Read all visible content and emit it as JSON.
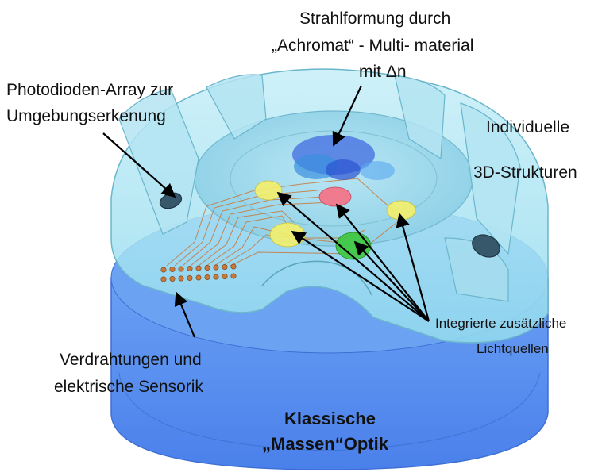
{
  "labels": {
    "strahl_line1": "Strahlformung durch",
    "strahl_line2": "„Achromat“ - Multi- material",
    "strahl_line3": "mit Δn",
    "photo_line1": "Photodioden-Array zur",
    "photo_line2": "Umgebungserkenung",
    "indiv_line1": "Individuelle",
    "indiv_line2": "3D-Strukturen",
    "verd_line1": "Verdrahtungen und",
    "verd_line2": "elektrische Sensorik",
    "integ_line1": "Integrierte zusätzliche",
    "integ_line2": "Lichtquellen",
    "klass_line1": "Klassische",
    "klass_line2": "„Massen“Optik"
  },
  "colors": {
    "base_blue": "#5a8ff0",
    "glass_cyan": "#a8e4f2",
    "wire_orange": "#c8783a",
    "light_yellow": "#f4f06a",
    "light_red": "#f07a8e",
    "light_green": "#3cc83c",
    "lens_blue": "#3a64e0"
  }
}
